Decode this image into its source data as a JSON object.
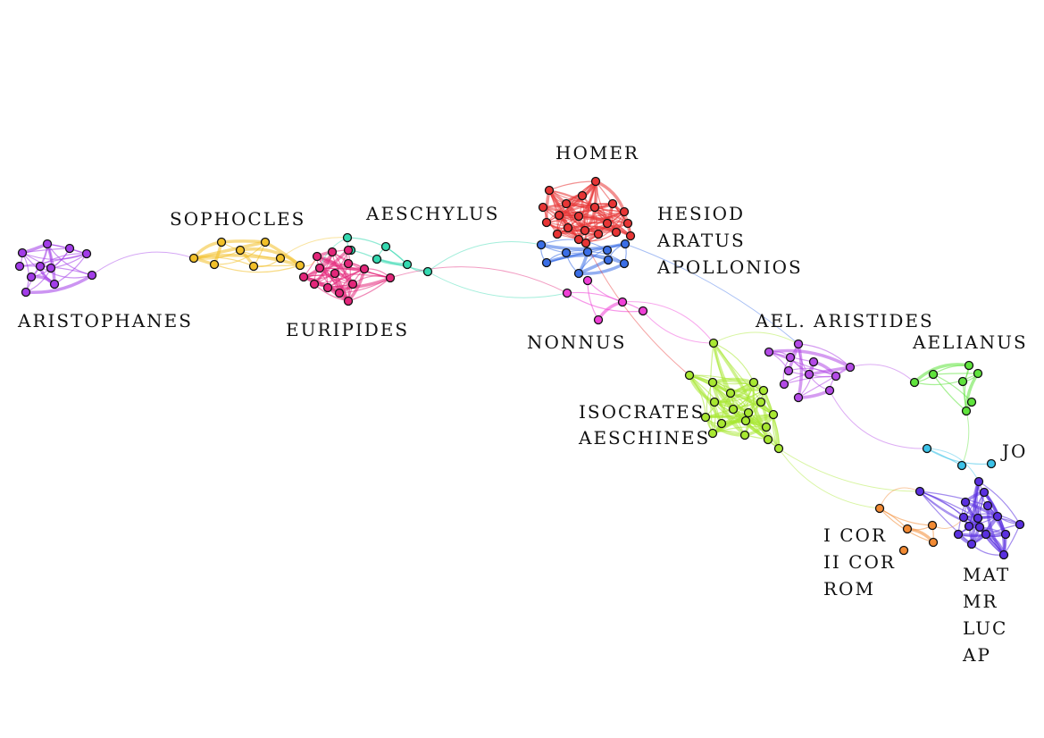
{
  "clusters": [
    {
      "id": "aristophanes",
      "color": "#a23ce8",
      "labels": [
        "ARISTOPHANES"
      ]
    },
    {
      "id": "sophocles",
      "color": "#f2c028",
      "labels": [
        "SOPHOCLES"
      ]
    },
    {
      "id": "aeschylus",
      "color": "#34d9b0",
      "labels": [
        "AESCHYLUS"
      ]
    },
    {
      "id": "euripides",
      "color": "#e3267a",
      "labels": [
        "EURIPIDES"
      ]
    },
    {
      "id": "homer",
      "color": "#e83535",
      "labels": [
        "HOMER"
      ]
    },
    {
      "id": "hesiod",
      "color": "#3a6ee6",
      "labels": [
        "HESIOD",
        "ARATUS",
        "APOLLONIOS"
      ]
    },
    {
      "id": "nonnus",
      "color": "#ef3fd6",
      "labels": [
        "NONNUS"
      ]
    },
    {
      "id": "ael_aristides",
      "color": "#b34ae6",
      "labels": [
        "AEL. ARISTIDES"
      ]
    },
    {
      "id": "isocrates",
      "color": "#a8e831",
      "labels": [
        "ISOCRATES",
        "AESCHINES"
      ]
    },
    {
      "id": "aelianus",
      "color": "#5fe33c",
      "labels": [
        "AELIANUS"
      ]
    },
    {
      "id": "jo",
      "color": "#3cc2e8",
      "labels": [
        "JO"
      ]
    },
    {
      "id": "cor",
      "color": "#f28a33",
      "labels": [
        "I COR",
        "II COR",
        "ROM"
      ]
    },
    {
      "id": "gospels",
      "color": "#5a30e0",
      "labels": [
        "MAT",
        "MR",
        "LUC",
        "AP"
      ]
    }
  ]
}
